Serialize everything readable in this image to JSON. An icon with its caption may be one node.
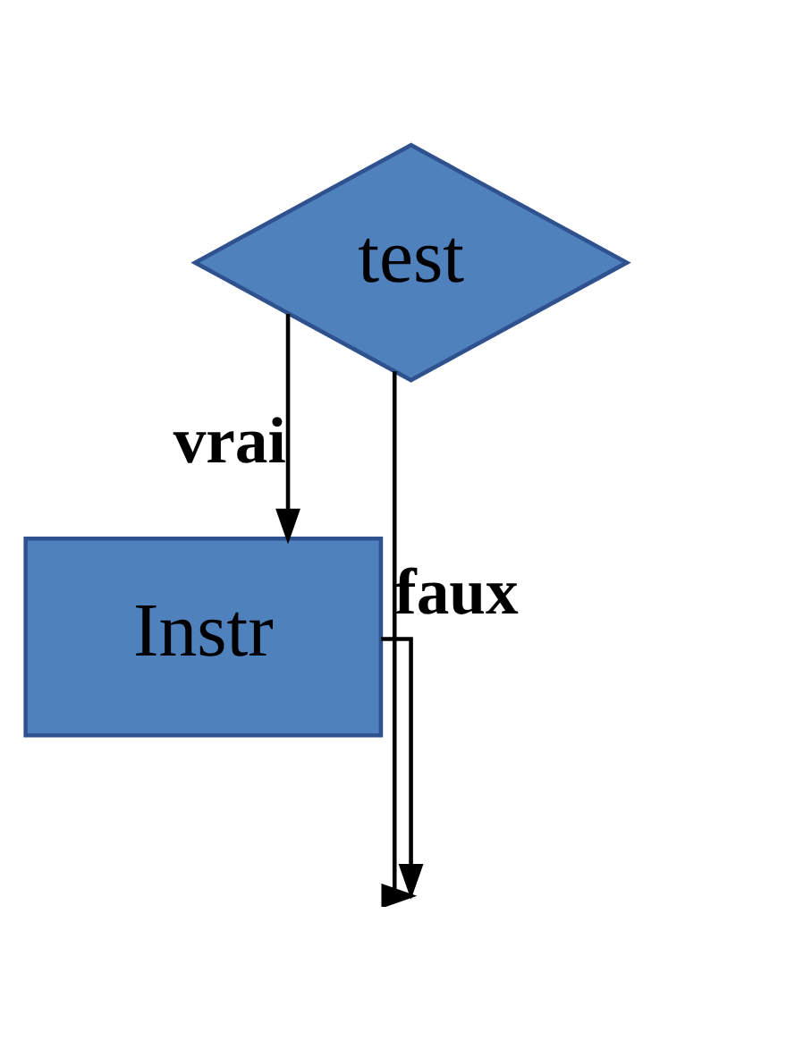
{
  "diagram": {
    "nodes": [
      {
        "text": [
          "test"
        ]
      },
      {
        "text": [
          "Instr"
        ]
      }
    ],
    "edges": [
      {
        "from": 0,
        "to": 1,
        "arrow": "to",
        "label": "vrai"
      },
      {
        "from": 0,
        "to": null,
        "arrow": "to",
        "label": "faux"
      },
      {
        "from": 1,
        "to": null,
        "arrow": "to"
      }
    ]
  }
}
